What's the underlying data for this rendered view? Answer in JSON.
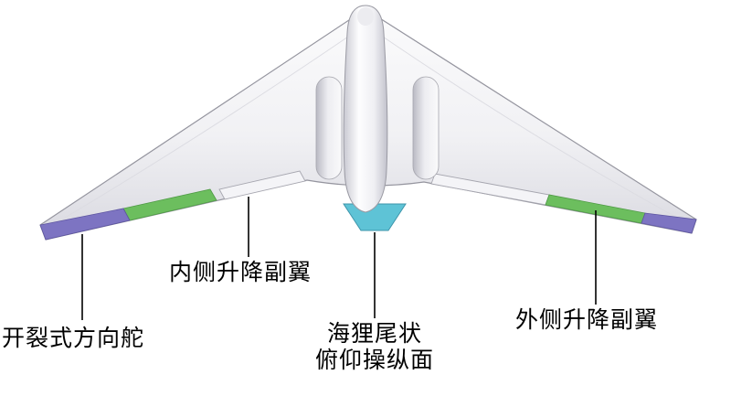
{
  "diagram": {
    "labels": {
      "split_rudder": "开裂式方向舵",
      "inboard_elevon": "内侧升降副翼",
      "beaver_tail_line1": "海狸尾状",
      "beaver_tail_line2": "俯仰操纵面",
      "outboard_elevon": "外侧升降副翼"
    },
    "colors": {
      "rudder_purple": "#7d74c2",
      "elevon_green": "#6cbe5e",
      "beaver_tail_cyan": "#5ec3d6",
      "body_light": "#f7f7f9",
      "body_shadow": "#d6d6dd",
      "outline_gray": "#95959f",
      "label_text": "#000000",
      "background": "#ffffff"
    }
  }
}
